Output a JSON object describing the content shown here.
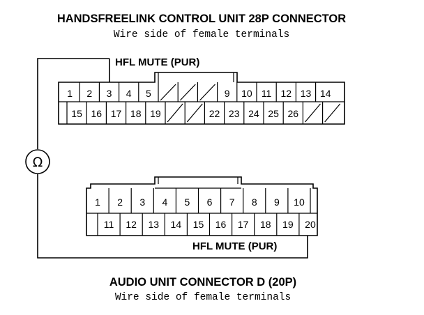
{
  "hfl": {
    "title": "HANDSFREELINK CONTROL UNIT 28P CONNECTOR",
    "subtitle": "Wire side of female terminals",
    "lead_label": "HFL MUTE (PUR)",
    "row1": [
      "1",
      "2",
      "3",
      "4",
      "5",
      "",
      "",
      "",
      "9",
      "10",
      "11",
      "12",
      "13",
      "14"
    ],
    "row2": [
      "15",
      "16",
      "17",
      "18",
      "19",
      "",
      "",
      "22",
      "23",
      "24",
      "25",
      "26",
      "",
      ""
    ]
  },
  "audio": {
    "title": "AUDIO UNIT CONNECTOR D (20P)",
    "subtitle": "Wire side of female terminals",
    "lead_label": "HFL MUTE (PUR)",
    "row1": [
      "1",
      "2",
      "3",
      "4",
      "5",
      "6",
      "7",
      "8",
      "9",
      "10"
    ],
    "row2": [
      "11",
      "12",
      "13",
      "14",
      "15",
      "16",
      "17",
      "18",
      "19",
      "20"
    ]
  },
  "meter": {
    "symbol": "Ω"
  }
}
